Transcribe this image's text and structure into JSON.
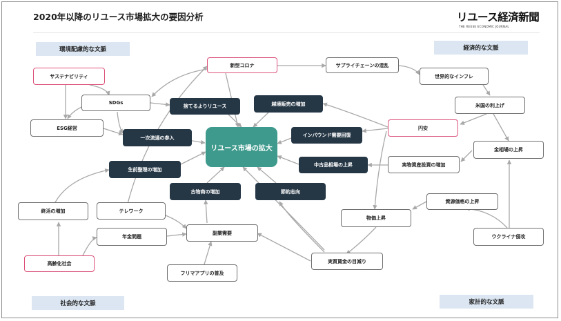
{
  "header": {
    "title": "2020年以降のリユース市場拡大の要因分析",
    "logo_main": "リユース経済新聞",
    "logo_sub": "THE REUSE ECONOMIC JOURNAL"
  },
  "contexts": {
    "env": "環境配慮的な文脈",
    "econ": "経済的な文脈",
    "social": "社会的な文脈",
    "household": "家計的な文脈"
  },
  "nodes": {
    "center": "リユース市場の拡大",
    "sustainability": "サステナビリティ",
    "sdgs": "SDGs",
    "esg": "ESG経営",
    "covid": "新型コロナ",
    "supply": "サプライチェーンの混乱",
    "inflation": "世界的なインフレ",
    "us_rate": "米国の利上げ",
    "yen": "円安",
    "gold": "金相場の上昇",
    "real_asset": "実物資産投資の増加",
    "resource": "資源価格の上昇",
    "ukraine": "ウクライナ侵攻",
    "prices": "物価上昇",
    "real_wage": "実質賃金の目減り",
    "side_job": "副業需要",
    "flea_app": "フリマアプリの普及",
    "pension": "年金問題",
    "aging": "高齢化社会",
    "shukatsu": "終活の増加",
    "telework": "テレワーク",
    "sutero": "捨てるよりリユース",
    "cross_border": "越境販売の増加",
    "inbound": "インバウンド需要回復",
    "secondhand_price": "中古品相場の上昇",
    "primary": "一次流通の参入",
    "seizen": "生前整理の増加",
    "kobutsu": "古物商の増加",
    "setsuyaku": "節約志向"
  },
  "colors": {
    "dark_node": "#253645",
    "center_node": "#3e9a8c",
    "pink_border": "#dc4f78",
    "context_band": "#dbe6f2",
    "edge": "#a8a8a8"
  }
}
